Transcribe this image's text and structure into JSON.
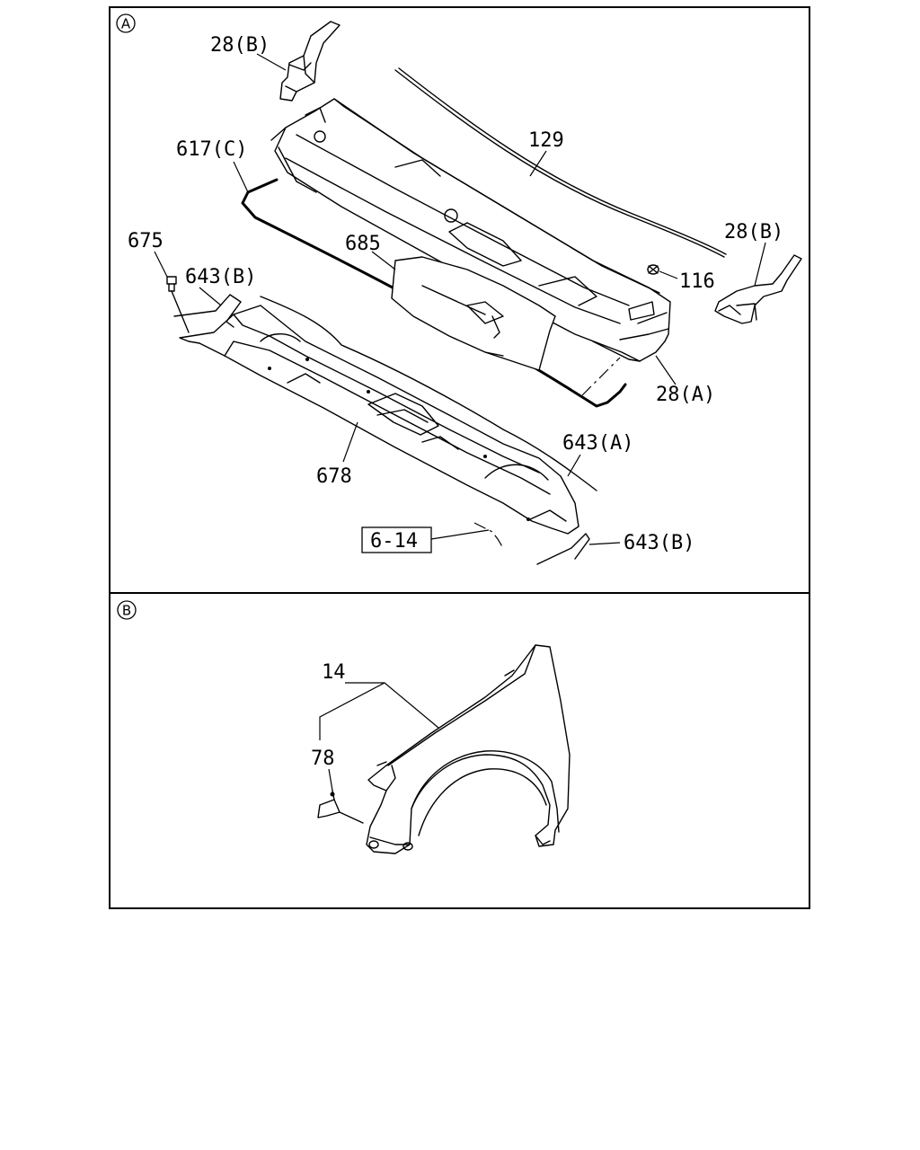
{
  "sections": {
    "a": {
      "marker": "A"
    },
    "b": {
      "marker": "B"
    }
  },
  "callouts": {
    "c28b_top": "28(B)",
    "c129": "129",
    "c617c": "617(C)",
    "c675": "675",
    "c643b_left": "643(B)",
    "c685": "685",
    "c116": "116",
    "c28b_right": "28(B)",
    "c28a": "28(A)",
    "c678": "678",
    "c643a": "643(A)",
    "c6_14": "6-14",
    "c643b_bottom": "643(B)",
    "c14": "14",
    "c78": "78"
  }
}
